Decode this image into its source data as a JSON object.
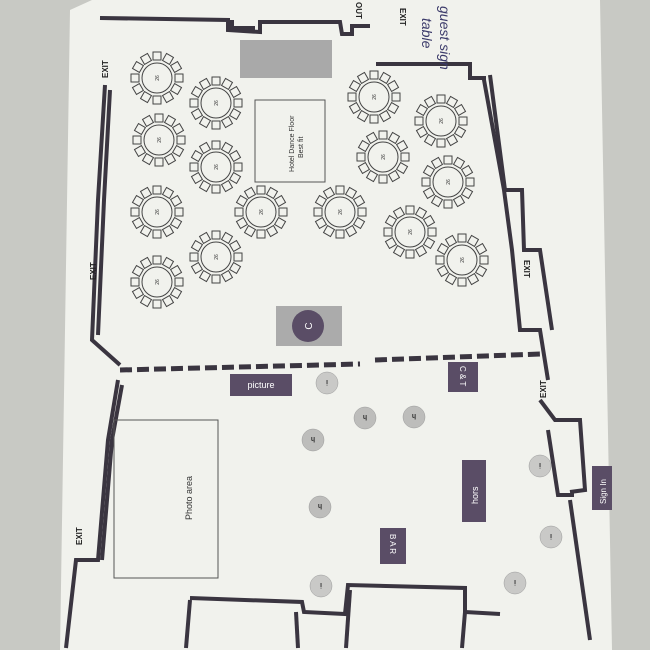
{
  "title": "Event floor plan",
  "handwritten": {
    "line1": "table",
    "line2": "guest sign"
  },
  "exit_label": "EXIT",
  "out_label": "OUT",
  "dance_floor": {
    "line1": "Hotel Dance Floor",
    "line2": "Best fit"
  },
  "cake_label": "C",
  "picture_label": "picture",
  "ct_label": "C & T",
  "photo_area_label": "Photo area",
  "hors_label": "hors",
  "bar_label": "B A R",
  "sign_in_label": "Sign In",
  "table_label": "26",
  "highboy_labels": {
    "h": "h",
    "i": "i"
  },
  "colors": {
    "paper": "#f2f3ee",
    "wall": "#3a3540",
    "block": "#5a4d66",
    "gray": "#a9a9a9",
    "high": "#c9c9c7"
  }
}
